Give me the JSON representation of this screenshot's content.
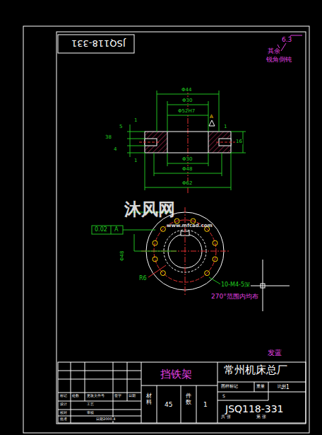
{
  "diagram": {
    "labels": [
      "JSQ118-331",
      "6.3",
      "其余",
      "锐角倒钝",
      "Φ44",
      "Φ30",
      "Φ52H7",
      "A",
      "5",
      "38",
      "4",
      "1",
      "1",
      "1",
      "16",
      "Φ30",
      "Φ48",
      "Φ62",
      "0.02",
      "A",
      "Φ48",
      "R6",
      "10-M4-5深",
      "270°范围内均布",
      "沐风网",
      "www.mfcad.com",
      "发蓝",
      "挡铁架",
      "常州机床总厂",
      "材料",
      "45",
      "件数",
      "1",
      "1:1",
      "JSQ118-331",
      "标记",
      "处数",
      "更改文件号",
      "签字",
      "日期",
      "设计",
      "工艺",
      "校对",
      "审核",
      "批准",
      "日期2000.4",
      "图样标记",
      "重量",
      "比例",
      "S",
      "共 张",
      "第 张"
    ]
  }
}
